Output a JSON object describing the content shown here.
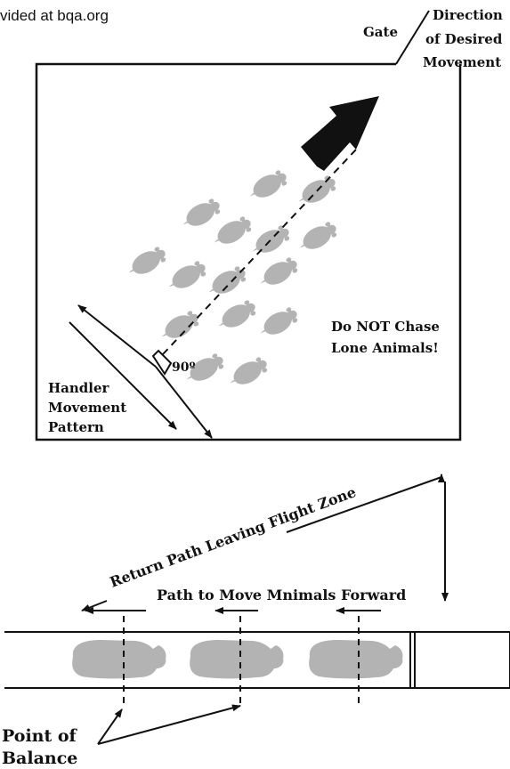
{
  "source_caption": "vided at bqa.org",
  "top_diagram": {
    "gate_label": "Gate",
    "direction_label": [
      "Direction",
      "of Desired",
      "Movement"
    ],
    "angle_label": "90º",
    "handler_label": [
      "Handler",
      "Movement",
      "Pattern"
    ],
    "warning_label": [
      "Do NOT Chase",
      "Lone Animals!"
    ]
  },
  "bottom_diagram": {
    "return_path_label": "Return Path Leaving Flight Zone",
    "forward_path_label": "Path to Move Mnimals Forward",
    "balance_label": [
      "Point of",
      "Balance"
    ]
  },
  "colors": {
    "ink": "#111111",
    "animal": "#b3b3b3",
    "background": "#ffffff"
  }
}
